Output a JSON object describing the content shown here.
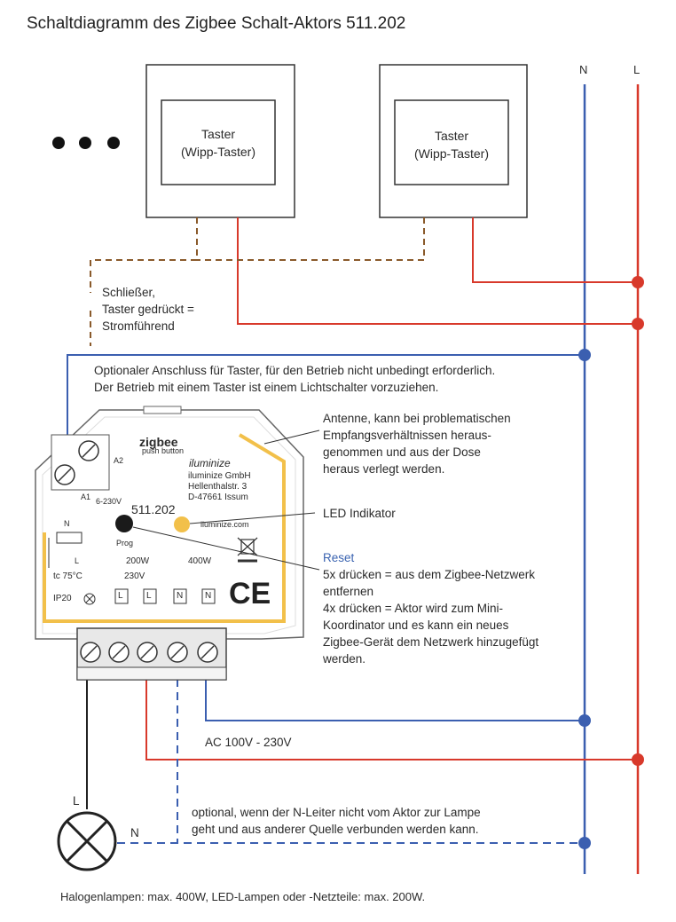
{
  "title": "Schaltdiagramm des Zigbee Schalt-Aktors 511.202",
  "rails": {
    "n": "N",
    "l": "L"
  },
  "switch1": {
    "line1": "Taster",
    "line2": "(Wipp-Taster)"
  },
  "switch2": {
    "line1": "Taster",
    "line2": "(Wipp-Taster)"
  },
  "contact_note": [
    "Schließer,",
    "Taster gedrückt =",
    "Stromführend"
  ],
  "optional_note": [
    "Optionaler Anschluss für Taster, für den Betrieb nicht unbedingt erforderlich.",
    "Der Betrieb mit einem Taster ist einem Lichtschalter vorzuziehen."
  ],
  "antenna_note": [
    "Antenne, kann bei problematischen",
    "Empfangsverhältnissen heraus-",
    "genommen und aus der Dose",
    "heraus verlegt werden."
  ],
  "led_note": "LED Indikator",
  "reset": {
    "heading": "Reset",
    "lines": [
      "5x drücken = aus dem Zigbee-Netzwerk",
      "entfernen",
      "4x drücken = Aktor wird zum Mini-",
      "Koordinator und es kann ein neues",
      "Zigbee-Gerät dem Netzwerk hinzugefügt",
      "werden."
    ]
  },
  "device": {
    "brand": "zigbee",
    "maker": "iluminize",
    "address": [
      "iluminize GmbH",
      "Hellenthalstr. 3",
      "D-47661 Issum"
    ],
    "website": "iluminize.com",
    "model": "511.202",
    "prog": "Prog",
    "power_led": "200W",
    "power_halogen": "400W",
    "voltage": "230V",
    "temp": "tc 75°C",
    "ip": "IP20",
    "terminals_top": [
      "A1",
      "A2"
    ],
    "range": "6-230V",
    "push_button": "push button",
    "terminal_labels": [
      "L",
      "L",
      "N",
      "N"
    ],
    "ce": "CE",
    "n_sym": "N",
    "l_sym": "L"
  },
  "ac_label": "AC 100V - 230V",
  "lamp": {
    "l": "L",
    "n": "N"
  },
  "optional_n_note": [
    "optional, wenn der N-Leiter nicht vom Aktor zur Lampe",
    "geht und aus anderer Quelle verbunden werden kann."
  ],
  "footer": "Halogenlampen: max. 400W, LED-Lampen oder -Netzteile: max. 200W.",
  "colors": {
    "neutral": "#3b5fb0",
    "live": "#d8392b",
    "switched": "#8a5a2b",
    "device_accent": "#f2c04a"
  }
}
